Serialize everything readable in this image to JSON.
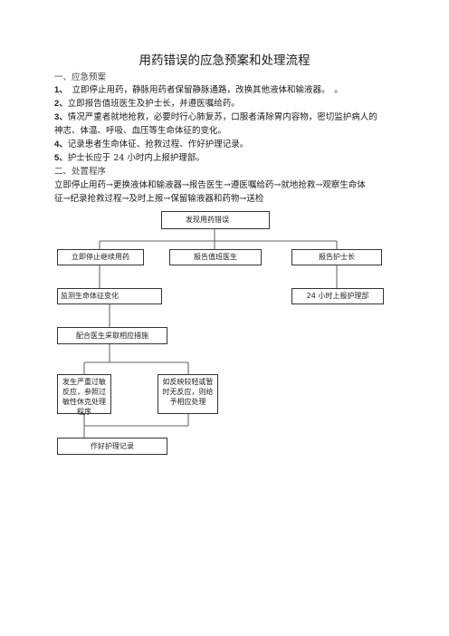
{
  "document": {
    "title": "用药错误的应急预案和处理流程",
    "section1_heading": "一、应急预案",
    "items": [
      {
        "num": "1、",
        "text": "　立即停止用药，静脉用药者保留静脉通路，改换其他液体和输液器。　。"
      },
      {
        "num": "2、",
        "text": "立即报告值班医生及护士长，并遵医嘱给药。"
      },
      {
        "num": "3、",
        "text": "情况严重者就地抢救，必要时行心肺复苏，口服者清除胃内容物，密切监护病人的"
      },
      {
        "num": "",
        "text": "神志、体温、呼吸、血压等生命体征的变化。"
      },
      {
        "num": "4、",
        "text": "记录患者生命体征、抢救过程、作好护理记录。"
      },
      {
        "num": "5、",
        "text": "护士长应于 24 小时内上报护理部。"
      }
    ],
    "section2_heading": "二、处置程序",
    "procedure_line1": "立即停止用药→更换液体和输液器→报告医生→遵医嘱给药→就地抢救→观察生命体",
    "procedure_line2": "征→纪录抢救过程→及时上报→保留输液器和药物→送检"
  },
  "flowchart": {
    "start": "发现用药错误",
    "stop_drug": "立即停止继续用药",
    "report_doctor": "报告值班医生",
    "report_head_nurse": "报告护士长",
    "monitor_vitals": "监测生命体征变化",
    "report_24h": "24 小时上报护理部",
    "cooperate": "配合医生采取相应措施",
    "severe_reaction": "发生严重过敏反应，参照过敏性休克处理程序",
    "mild_reaction": "如反映较轻或暂时无反应，则给予相应处理",
    "nursing_record": "作好护理记录"
  }
}
